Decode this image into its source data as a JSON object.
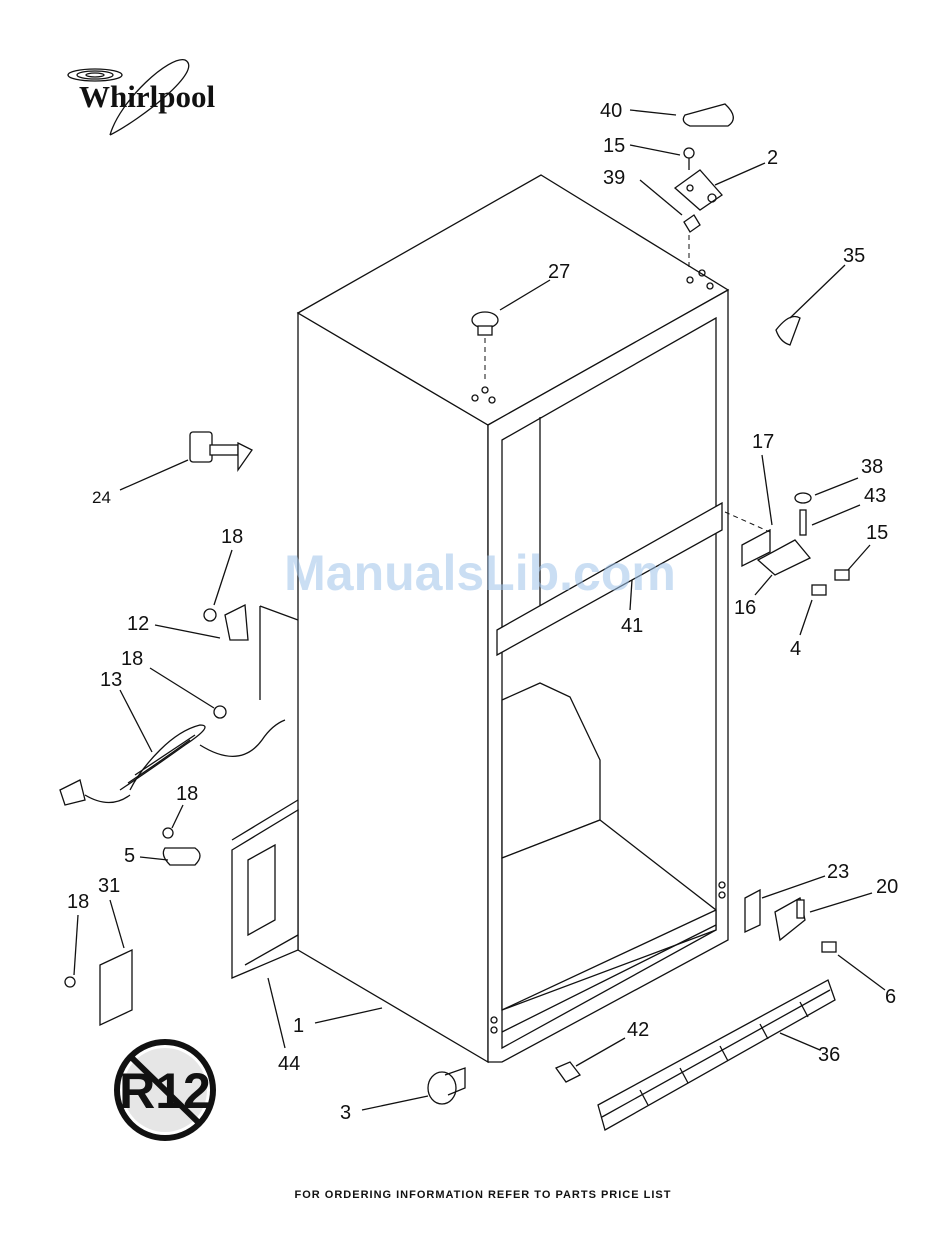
{
  "brand": {
    "name": "Whirlpool"
  },
  "watermark": "ManualsLib.com",
  "footer": "FOR ORDERING INFORMATION REFER TO PARTS PRICE LIST",
  "badge": {
    "text": "R12"
  },
  "callouts": [
    {
      "id": "40",
      "text": "40"
    },
    {
      "id": "15a",
      "text": "15"
    },
    {
      "id": "2",
      "text": "2"
    },
    {
      "id": "39",
      "text": "39"
    },
    {
      "id": "27",
      "text": "27"
    },
    {
      "id": "35",
      "text": "35"
    },
    {
      "id": "24",
      "text": "24"
    },
    {
      "id": "17",
      "text": "17"
    },
    {
      "id": "38",
      "text": "38"
    },
    {
      "id": "43",
      "text": "43"
    },
    {
      "id": "15b",
      "text": "15"
    },
    {
      "id": "16",
      "text": "16"
    },
    {
      "id": "4",
      "text": "4"
    },
    {
      "id": "41",
      "text": "41"
    },
    {
      "id": "18a",
      "text": "18"
    },
    {
      "id": "12",
      "text": "12"
    },
    {
      "id": "18b",
      "text": "18"
    },
    {
      "id": "13",
      "text": "13"
    },
    {
      "id": "18c",
      "text": "18"
    },
    {
      "id": "5",
      "text": "5"
    },
    {
      "id": "18d",
      "text": "18"
    },
    {
      "id": "31",
      "text": "31"
    },
    {
      "id": "23",
      "text": "23"
    },
    {
      "id": "20",
      "text": "20"
    },
    {
      "id": "6",
      "text": "6"
    },
    {
      "id": "1",
      "text": "1"
    },
    {
      "id": "44",
      "text": "44"
    },
    {
      "id": "42",
      "text": "42"
    },
    {
      "id": "36",
      "text": "36"
    },
    {
      "id": "3",
      "text": "3"
    }
  ]
}
